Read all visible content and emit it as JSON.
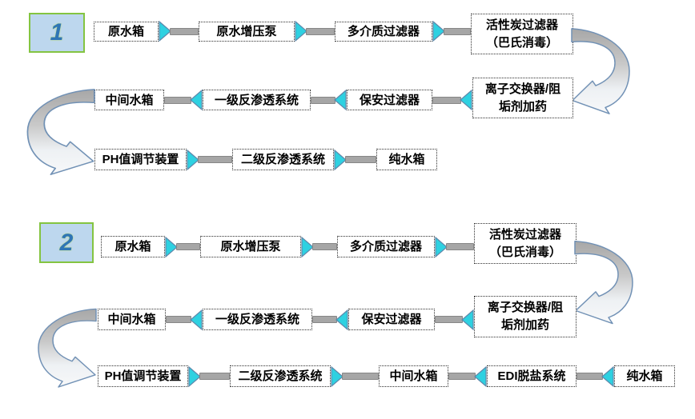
{
  "flow1": {
    "badge": "1",
    "raw_tank": "原水箱",
    "booster_pump": "原水增压泵",
    "multimedia_filter": "多介质过滤器",
    "carbon_filter_line1": "活性炭过滤器",
    "carbon_filter_line2": "（巴氏消毒）",
    "ion_exchanger_line1": "离子交换器/阻",
    "ion_exchanger_line2": "垢剂加药",
    "security_filter": "保安过滤器",
    "ro_stage1": "一级反渗透系统",
    "intermediate_tank": "中间水箱",
    "ph_adjuster": "PH值调节装置",
    "ro_stage2": "二级反渗透系统",
    "pure_tank": "纯水箱"
  },
  "flow2": {
    "badge": "2",
    "raw_tank": "原水箱",
    "booster_pump": "原水增压泵",
    "multimedia_filter": "多介质过滤器",
    "carbon_filter_line1": "活性炭过滤器",
    "carbon_filter_line2": "（巴氏消毒）",
    "ion_exchanger_line1": "离子交换器/阻",
    "ion_exchanger_line2": "垢剂加药",
    "security_filter": "保安过滤器",
    "ro_stage1": "一级反渗透系统",
    "intermediate_tank": "中间水箱",
    "ph_adjuster": "PH值调节装置",
    "ro_stage2": "二级反渗透系统",
    "intermediate_tank2": "中间水箱",
    "edi_system": "EDI脱盐系统",
    "pure_tank": "纯水箱"
  },
  "colors": {
    "arrow_cyan": "#2ed1e1",
    "arrow_outline": "#5d88ab",
    "connector_gray": "#a6a6a6",
    "curve_gray": "#ababab",
    "curve_light": "#f5f6f8",
    "curve_outline": "#7191b5",
    "badge_fill": "#bdd7ee",
    "badge_border": "#84c441",
    "badge_text": "#2e75b6",
    "box_border": "#2f2f2f"
  }
}
